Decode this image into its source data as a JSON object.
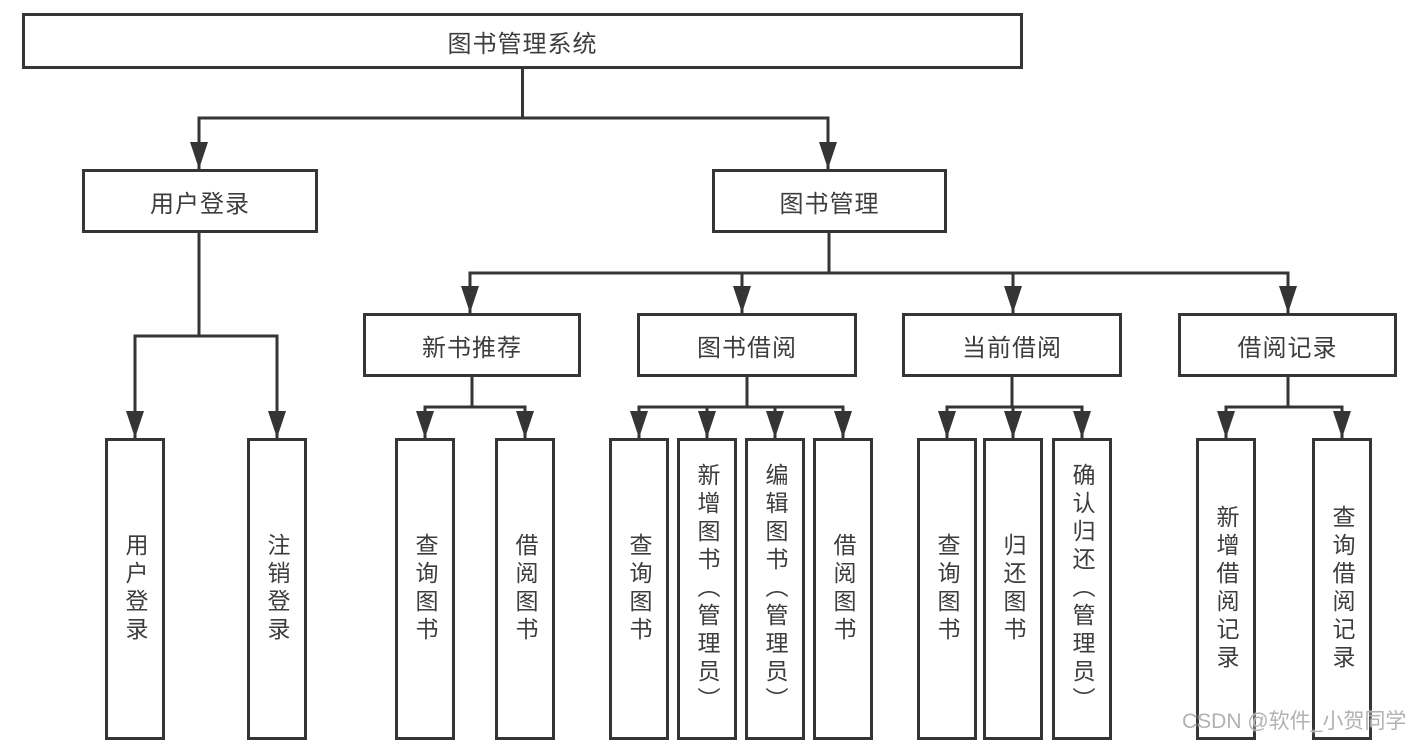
{
  "diagram": {
    "root": "图书管理系统",
    "branches": [
      {
        "label": "用户登录",
        "leaves": [
          "用户登录",
          "注销登录"
        ]
      },
      {
        "label": "图书管理",
        "sub": [
          {
            "label": "新书推荐",
            "leaves": [
              "查询图书",
              "借阅图书"
            ]
          },
          {
            "label": "图书借阅",
            "leaves": [
              "查询图书",
              "新增图书（管理员）",
              "编辑图书（管理员）",
              "借阅图书"
            ]
          },
          {
            "label": "当前借阅",
            "leaves": [
              "查询图书",
              "归还图书",
              "确认归还（管理员）"
            ]
          },
          {
            "label": "借阅记录",
            "leaves": [
              "新增借阅记录",
              "查询借阅记录"
            ]
          }
        ]
      }
    ]
  },
  "colors": {
    "line": "#353535",
    "text": "#3d3d3d",
    "watermark": "#b2b2b2",
    "background": "#ffffff"
  },
  "watermark": "CSDN @软件_小贺同学"
}
